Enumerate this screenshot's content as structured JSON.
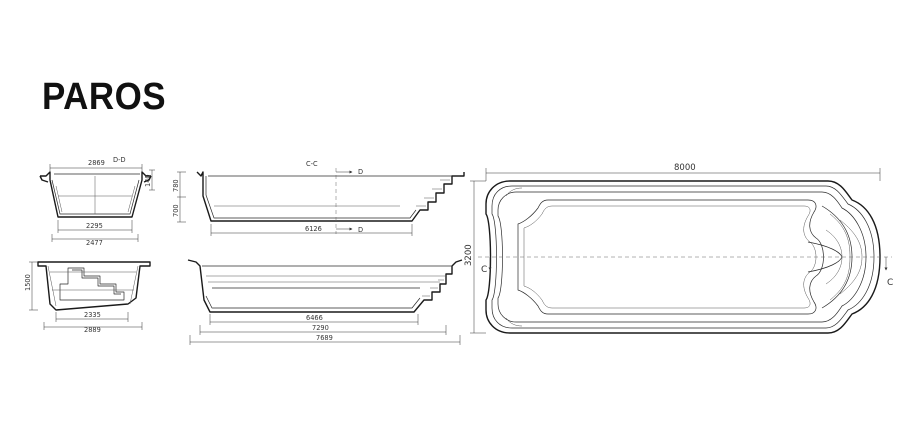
{
  "title": "PAROS",
  "dims": {
    "dd_top": "2869",
    "dd_right": "140",
    "dd_inner": "2295",
    "dd_bottom": "2477",
    "cc_left_top": "780",
    "cc_left_bottom": "700",
    "cc_bottom": "6126",
    "side_left": "1500",
    "side_inner": "2335",
    "side_bottom": "2889",
    "long_inner": "6466",
    "long_mid": "7290",
    "long_total": "7689",
    "plan_length": "8000",
    "plan_width": "3200"
  },
  "labels": {
    "dd": "D-D",
    "cc": "C-C",
    "d_top": "D",
    "d_bottom": "D",
    "c_left": "C",
    "c_right": "C"
  }
}
